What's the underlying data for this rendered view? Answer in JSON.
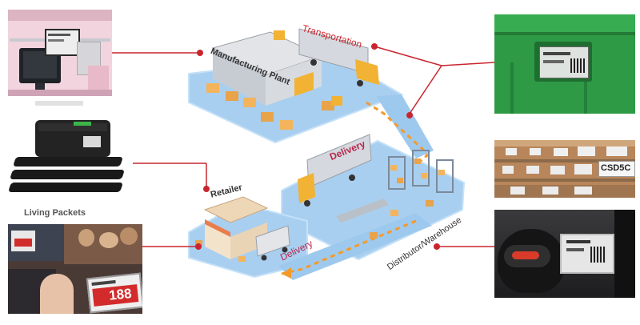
{
  "stages": {
    "manufacturing": "Manufacturing Plant",
    "transportation": "Transportation",
    "delivery_top": "Delivery",
    "distributor": "Distributor/Warehouse",
    "retailer": "Retailer",
    "delivery_bottom": "Delivery"
  },
  "photos": {
    "packets_caption": "Living Packets",
    "price_tag_value": "188",
    "shelf_tag_code": "CSD5C"
  },
  "colors": {
    "accent_red": "#c8262e",
    "route_orange": "#f39a2b",
    "road_blue": "#9ec9ee",
    "crate_green": "#2f9a45"
  }
}
